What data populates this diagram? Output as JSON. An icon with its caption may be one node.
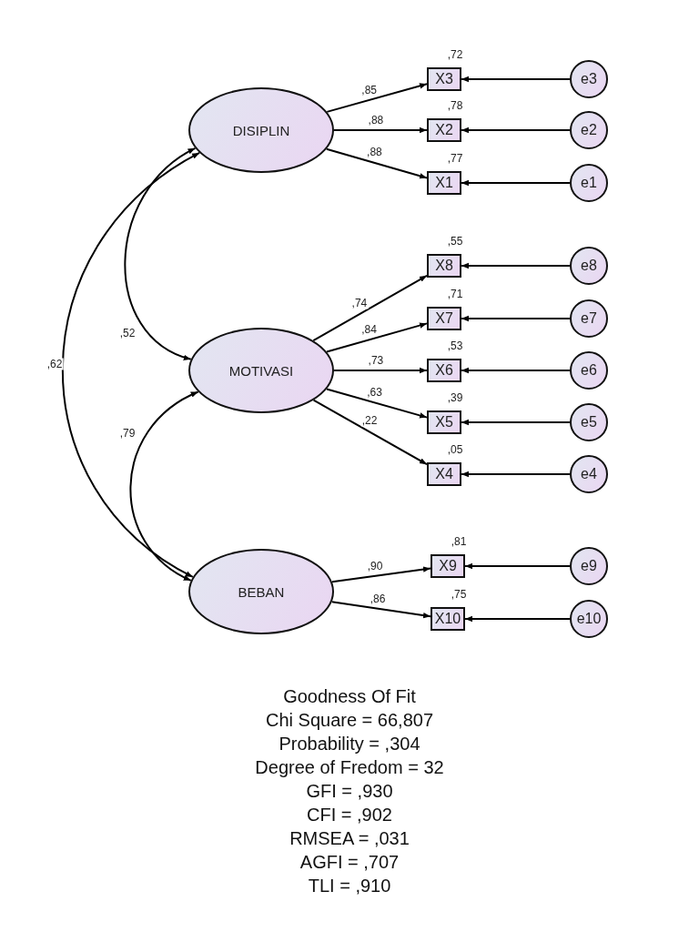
{
  "diagram": {
    "nodes": [
      {
        "text": [
          "DISIPLIN"
        ]
      },
      {
        "text": [
          "X3"
        ],
        "beside": [
          ",72"
        ]
      },
      {
        "text": [
          "e3"
        ]
      },
      {
        "text": [
          "X2"
        ],
        "beside": [
          ",78"
        ]
      },
      {
        "text": [
          "e2"
        ]
      },
      {
        "text": [
          "X1"
        ],
        "beside": [
          ",77"
        ]
      },
      {
        "text": [
          "e1"
        ]
      },
      {
        "text": [
          "MOTIVASI"
        ]
      },
      {
        "text": [
          "X8"
        ],
        "beside": [
          ",55"
        ]
      },
      {
        "text": [
          "e8"
        ]
      },
      {
        "text": [
          "X7"
        ],
        "beside": [
          ",71"
        ]
      },
      {
        "text": [
          "e7"
        ]
      },
      {
        "text": [
          "X6"
        ],
        "beside": [
          ",53"
        ]
      },
      {
        "text": [
          "e6"
        ]
      },
      {
        "text": [
          "X5"
        ],
        "beside": [
          ",39"
        ]
      },
      {
        "text": [
          "e5"
        ]
      },
      {
        "text": [
          "X4"
        ],
        "beside": [
          ",05"
        ]
      },
      {
        "text": [
          "e4"
        ]
      },
      {
        "text": [
          "BEBAN"
        ]
      },
      {
        "text": [
          "X9"
        ],
        "beside": [
          ",81"
        ]
      },
      {
        "text": [
          "e9"
        ]
      },
      {
        "text": [
          "X10"
        ],
        "beside": [
          ",75"
        ]
      },
      {
        "text": [
          "e10"
        ]
      }
    ],
    "edges": [
      {
        "from": 0,
        "to": 1,
        "arrow": "to",
        "label": ",85"
      },
      {
        "from": 2,
        "to": 1,
        "arrow": "to"
      },
      {
        "from": 0,
        "to": 3,
        "arrow": "to",
        "label": ",88"
      },
      {
        "from": 4,
        "to": 3,
        "arrow": "to"
      },
      {
        "from": 0,
        "to": 5,
        "arrow": "to",
        "label": ",88"
      },
      {
        "from": 6,
        "to": 5,
        "arrow": "to"
      },
      {
        "from": 7,
        "to": 8,
        "arrow": "to",
        "label": ",74"
      },
      {
        "from": 9,
        "to": 8,
        "arrow": "to"
      },
      {
        "from": 7,
        "to": 10,
        "arrow": "to",
        "label": ",84"
      },
      {
        "from": 11,
        "to": 10,
        "arrow": "to"
      },
      {
        "from": 7,
        "to": 12,
        "arrow": "to",
        "label": ",73"
      },
      {
        "from": 13,
        "to": 12,
        "arrow": "to"
      },
      {
        "from": 7,
        "to": 14,
        "arrow": "to",
        "label": ",63"
      },
      {
        "from": 15,
        "to": 14,
        "arrow": "to"
      },
      {
        "from": 7,
        "to": 16,
        "arrow": "to",
        "label": ",22"
      },
      {
        "from": 17,
        "to": 16,
        "arrow": "to"
      },
      {
        "from": 18,
        "to": 19,
        "arrow": "to",
        "label": ",90"
      },
      {
        "from": 20,
        "to": 19,
        "arrow": "to"
      },
      {
        "from": 18,
        "to": 21,
        "arrow": "to",
        "label": ",86"
      },
      {
        "from": 22,
        "to": 21,
        "arrow": "to"
      },
      {
        "from": 0,
        "to": 7,
        "arrow": "both",
        "label": ",52"
      },
      {
        "from": 0,
        "to": 18,
        "arrow": "both",
        "label": ",62"
      },
      {
        "from": 7,
        "to": 18,
        "arrow": "both",
        "label": ",79"
      }
    ],
    "labels": [
      "Goodness Of Fit",
      "Chi Square = 66,807",
      "Probability = ,304",
      "Degree of Fredom = 32",
      "GFI = ,930",
      "CFI = ,902",
      "RMSEA = ,031",
      "AGFI = ,707",
      "TLI = ,910"
    ]
  }
}
